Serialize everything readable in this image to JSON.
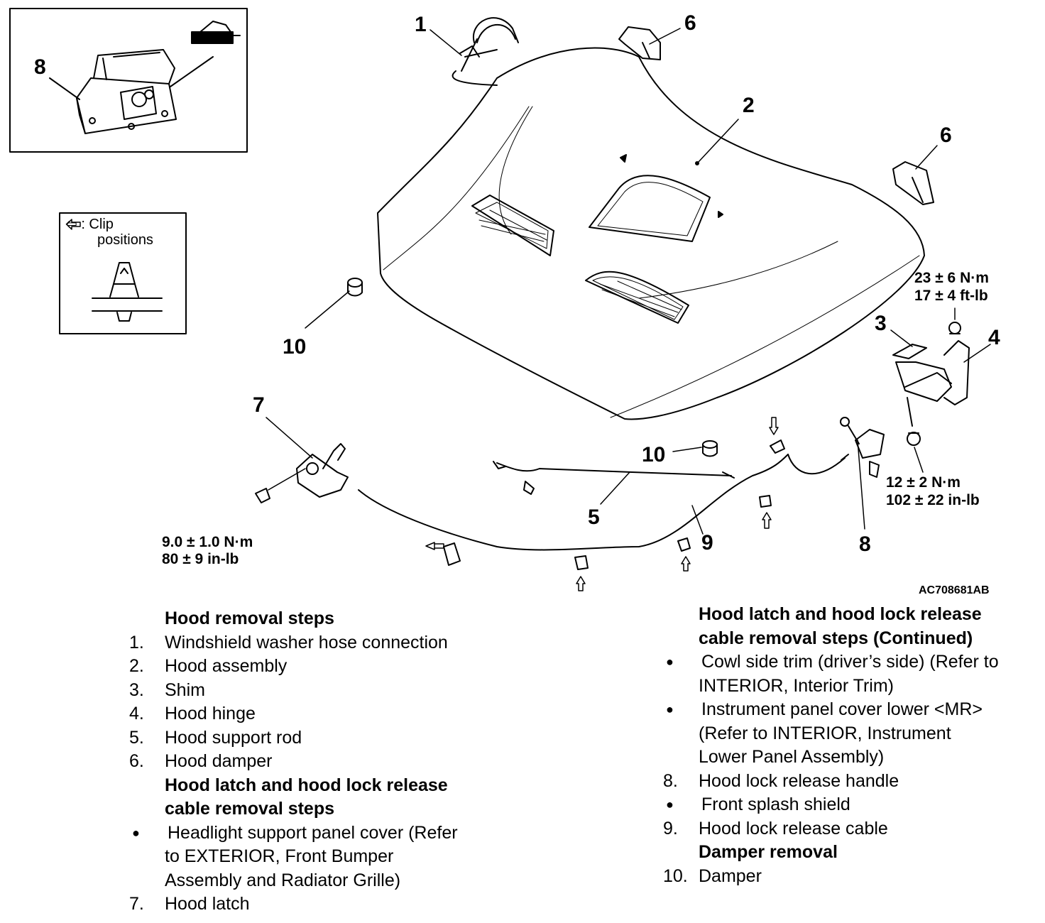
{
  "figure_code": "AC708681AB",
  "clip_legend": {
    "line1": "⇦ : Clip",
    "line2": "positions"
  },
  "callouts": {
    "c1": "1",
    "c2": "2",
    "c3": "3",
    "c4": "4",
    "c5": "5",
    "c6a": "6",
    "c6b": "6",
    "c7": "7",
    "c8inset": "8",
    "c8": "8",
    "c9": "9",
    "c10a": "10",
    "c10b": "10"
  },
  "torques": {
    "hinge_upper_nm": "23 ± 6 N·m",
    "hinge_upper_ft": "17 ± 4 ft-lb",
    "hinge_lower_nm": "12 ± 2 N·m",
    "hinge_lower_in": "102 ± 22 in-lb",
    "latch_nm": "9.0 ± 1.0 N·m",
    "latch_in": "80 ± 9 in-lb"
  },
  "left_column": {
    "heading1": "Hood removal steps",
    "items": [
      {
        "num": "1.",
        "text": "Windshield washer hose connection"
      },
      {
        "num": "2.",
        "text": "Hood assembly"
      },
      {
        "num": "3.",
        "text": "Shim"
      },
      {
        "num": "4.",
        "text": "Hood hinge"
      },
      {
        "num": "5.",
        "text": "Hood support rod"
      },
      {
        "num": "6.",
        "text": "Hood damper"
      }
    ],
    "heading2_line1": "Hood latch and hood lock release",
    "heading2_line2": "cable removal steps",
    "bullet_lines": [
      "Headlight support panel cover (Refer",
      "to EXTERIOR, Front Bumper",
      "Assembly and Radiator Grille)"
    ],
    "item7": {
      "num": "7.",
      "text": "Hood latch"
    }
  },
  "right_column": {
    "heading_line1": "Hood latch and hood lock release",
    "heading_line2": "cable removal steps (Continued)",
    "bullet1_lines": [
      "Cowl side trim (driver’s side) (Refer to",
      "INTERIOR, Interior Trim)"
    ],
    "bullet2_lines": [
      "Instrument panel cover lower <MR>",
      "(Refer to INTERIOR, Instrument",
      "Lower Panel Assembly)"
    ],
    "item8": {
      "num": "8.",
      "text": "Hood lock release handle"
    },
    "bullet3": "Front splash shield",
    "item9": {
      "num": "9.",
      "text": "Hood lock release cable"
    },
    "heading2": "Damper removal",
    "item10": {
      "num": "10.",
      "text": "Damper"
    }
  }
}
